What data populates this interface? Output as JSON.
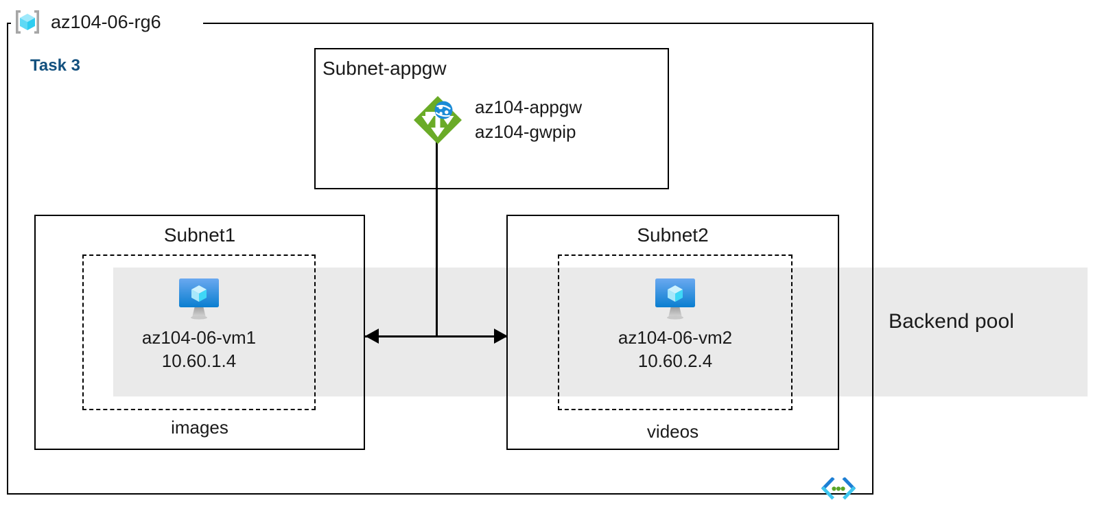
{
  "diagram": {
    "resource_group": {
      "name": "az104-06-rg6",
      "icon": "resource-group-cube-icon"
    },
    "task_label": "Task 3",
    "backend_pool": {
      "label": "Backend pool",
      "band_color": "#eaeaea"
    },
    "subnets": [
      {
        "id": "subnet-appgw",
        "title": "Subnet-appgw",
        "title_align": "left",
        "resource": {
          "icon": "application-gateway-icon",
          "lines": [
            "az104-appgw",
            "az104-gwpip"
          ]
        }
      },
      {
        "id": "subnet1",
        "title": "Subnet1",
        "title_align": "center",
        "footer": "images",
        "vm": {
          "icon": "virtual-machine-icon",
          "name": "az104-06-vm1",
          "ip": "10.60.1.4"
        }
      },
      {
        "id": "subnet2",
        "title": "Subnet2",
        "title_align": "center",
        "footer": "videos",
        "vm": {
          "icon": "virtual-machine-icon",
          "name": "az104-06-vm2",
          "ip": "10.60.2.4"
        }
      }
    ],
    "code_icon": "azure-code-template-icon",
    "colors": {
      "task_text": "#12507e",
      "appgw_green": "#6aab27",
      "appgw_globe_blue": "#1b8bd6",
      "vm_screen_blue": "#0f7fd6",
      "rg_cube_cyan": "#4fd8f5",
      "band_gray": "#eaeaea",
      "line_black": "#000000",
      "code_icon_blue": "#1e7fd4",
      "code_icon_green": "#5aa626"
    }
  }
}
